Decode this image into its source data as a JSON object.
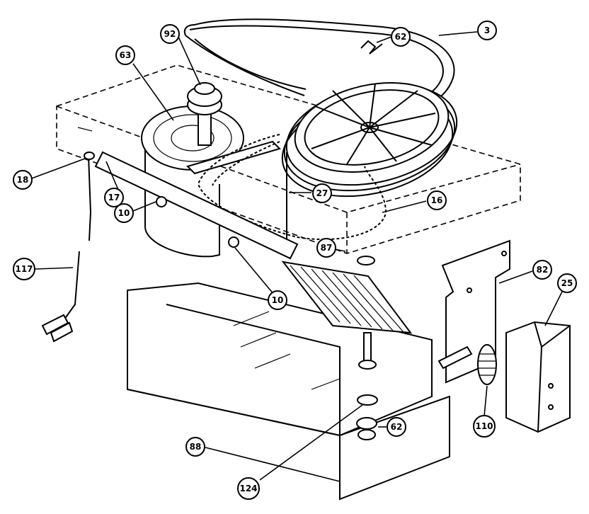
{
  "callouts": [
    {
      "id": "c3",
      "label": "3"
    },
    {
      "id": "c62a",
      "label": "62"
    },
    {
      "id": "c92",
      "label": "92"
    },
    {
      "id": "c63",
      "label": "63"
    },
    {
      "id": "c18",
      "label": "18"
    },
    {
      "id": "c17",
      "label": "17"
    },
    {
      "id": "c10a",
      "label": "10"
    },
    {
      "id": "c27",
      "label": "27"
    },
    {
      "id": "c16",
      "label": "16"
    },
    {
      "id": "c87",
      "label": "87"
    },
    {
      "id": "c117",
      "label": "117"
    },
    {
      "id": "c10b",
      "label": "10"
    },
    {
      "id": "c82",
      "label": "82"
    },
    {
      "id": "c25",
      "label": "25"
    },
    {
      "id": "c110",
      "label": "110"
    },
    {
      "id": "c62b",
      "label": "62"
    },
    {
      "id": "c88",
      "label": "88"
    },
    {
      "id": "c124",
      "label": "124"
    }
  ]
}
